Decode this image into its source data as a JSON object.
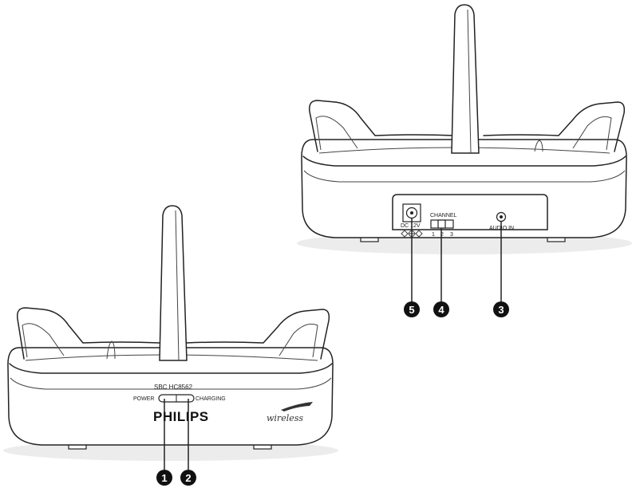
{
  "front_unit": {
    "model": "SBC HC8562",
    "power_label": "POWER",
    "charging_label": "CHARGING",
    "brand": "PHILIPS",
    "wireless_logo": "wireless"
  },
  "rear_unit": {
    "dc_label": "DC 12V",
    "channel_label": "CHANNEL",
    "channel_1": "1",
    "channel_2": "2",
    "channel_3": "3",
    "audio_label": "AUDIO IN"
  },
  "callouts": [
    "1",
    "2",
    "3",
    "4",
    "5"
  ]
}
